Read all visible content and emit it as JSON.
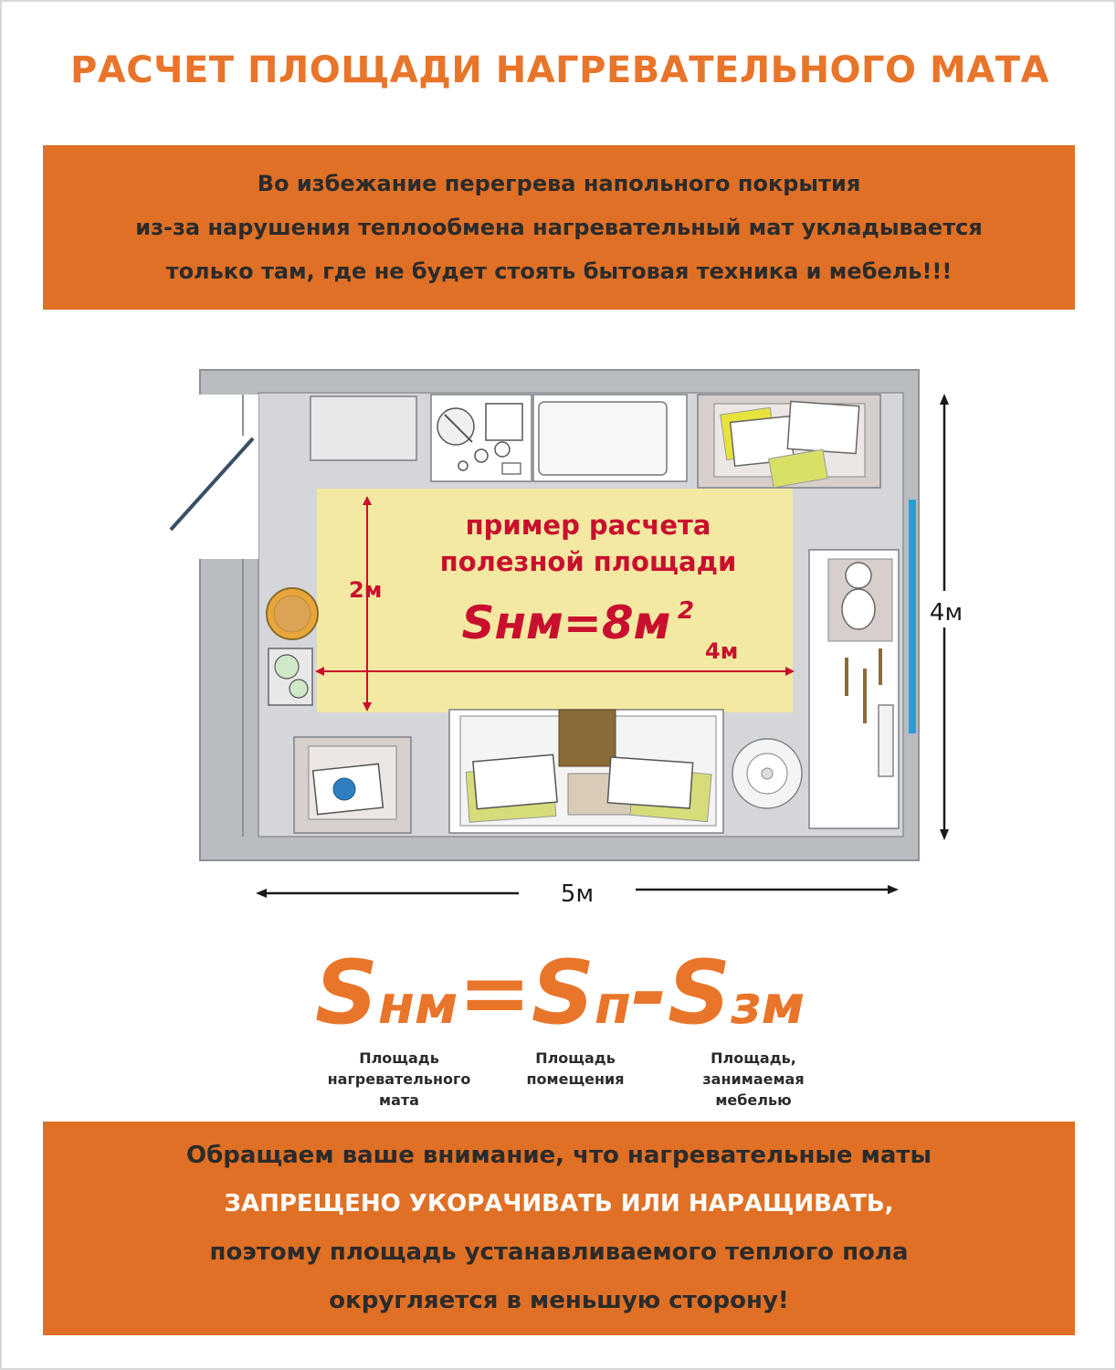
{
  "title": "РАСЧЕТ ПЛОЩАДИ НАГРЕВАТЕЛЬНОГО МАТА",
  "top_notice": {
    "lines": [
      "Во избежание перегрева напольного покрытия",
      "из-за нарушения теплообмена нагревательный мат укладывается",
      "только там,  где не будет стоять бытовая техника и мебель!!!"
    ]
  },
  "plan": {
    "example_line1": "пример расчета",
    "example_line2": "полезной площади",
    "example_formula_main": "Sнм=8м",
    "example_formula_sup": "2",
    "mat_height_label": "2м",
    "mat_width_label": "4м",
    "room_height_label": "4м",
    "room_width_label": "5м"
  },
  "formula": {
    "s1": "S",
    "sub1": "нм",
    "eq": "=",
    "s2": "S",
    "sub2": "п",
    "minus": "-",
    "s3": "S",
    "sub3": "зм"
  },
  "captions": {
    "mat": [
      "Площадь",
      "нагревательного",
      "мата"
    ],
    "room": [
      "Площадь",
      "помещения"
    ],
    "furniture": [
      "Площадь,",
      "занимаемая",
      "мебелью"
    ]
  },
  "bottom_notice": {
    "line1": "Обращаем ваше внимание, что нагревательные маты",
    "line2": "ЗАПРЕЩЕНО УКОРАЧИВАТЬ ИЛИ НАРАЩИВАТЬ,",
    "line3": "поэтому площадь устанавливаемого теплого пола",
    "line4": "округляется в меньшую сторону!"
  },
  "colors": {
    "accent": "#e8752a",
    "banner": "#e07025",
    "mat_fill": "#f3e9a2",
    "red_text": "#c8102e",
    "wall": "#b9bcc0",
    "floor": "#d4d6d9",
    "window": "#2a9fd6"
  }
}
